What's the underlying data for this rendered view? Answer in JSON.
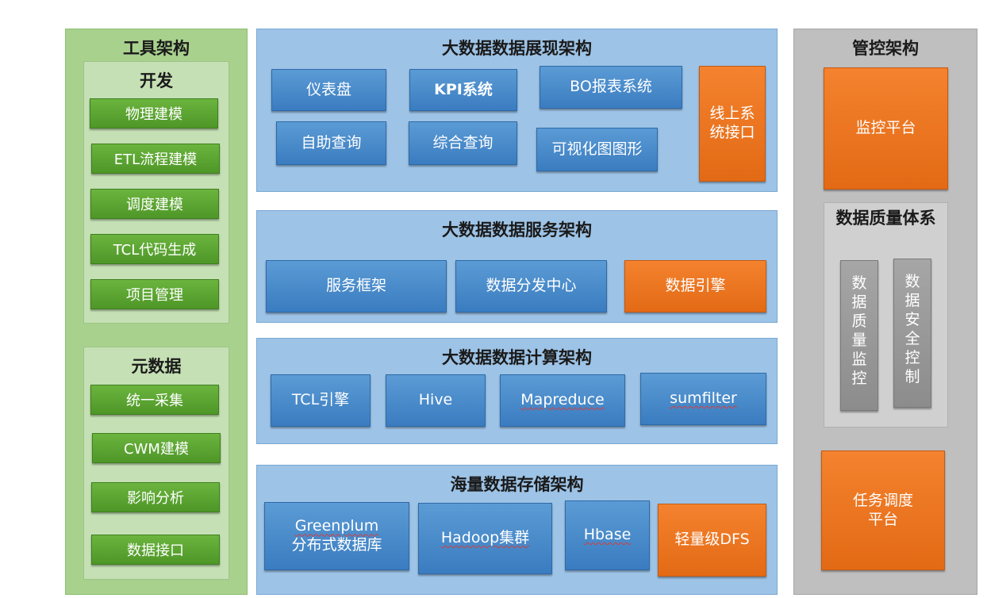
{
  "tools": {
    "title": "工具架构",
    "dev": {
      "title": "开发",
      "items": [
        "物理建模",
        "ETL流程建模",
        "调度建模",
        "TCL代码生成",
        "项目管理"
      ]
    },
    "meta": {
      "title": "元数据",
      "items": [
        "统一采集",
        "CWM建模",
        "影响分析",
        "数据接口"
      ]
    }
  },
  "presentation": {
    "title": "大数据数据展现架构",
    "items": [
      "仪表盘",
      "KPI系统",
      "BO报表系统",
      "自助查询",
      "综合查询",
      "可视化图图形"
    ],
    "online_interface": "线上系统接口"
  },
  "service": {
    "title": "大数据数据服务架构",
    "items": [
      "服务框架",
      "数据分发中心"
    ],
    "engine": "数据引擎"
  },
  "compute": {
    "title": "大数据数据计算架构",
    "items": [
      "TCL引擎",
      "Hive",
      "Mapreduce",
      "sumfilter"
    ]
  },
  "storage": {
    "title": "海量数据存储架构",
    "greenplum_line1": "Greenplum",
    "greenplum_line2": "分布式数据库",
    "hadoop": "Hadoop集群",
    "hbase": "Hbase",
    "dfs": "轻量级DFS"
  },
  "control": {
    "title": "管控架构",
    "monitor": "监控平台",
    "quality": {
      "title": "数据质量体系",
      "items": [
        "数据质量监控",
        "数据安全控制"
      ]
    },
    "scheduler": "任务调度平台"
  },
  "colors": {
    "green": "#70ad47",
    "blue": "#5b9bd5",
    "orange": "#ed7d31",
    "gray": "#a6a6a6",
    "panel_blue": "#9dc3e6",
    "panel_green": "#a9d18e"
  }
}
